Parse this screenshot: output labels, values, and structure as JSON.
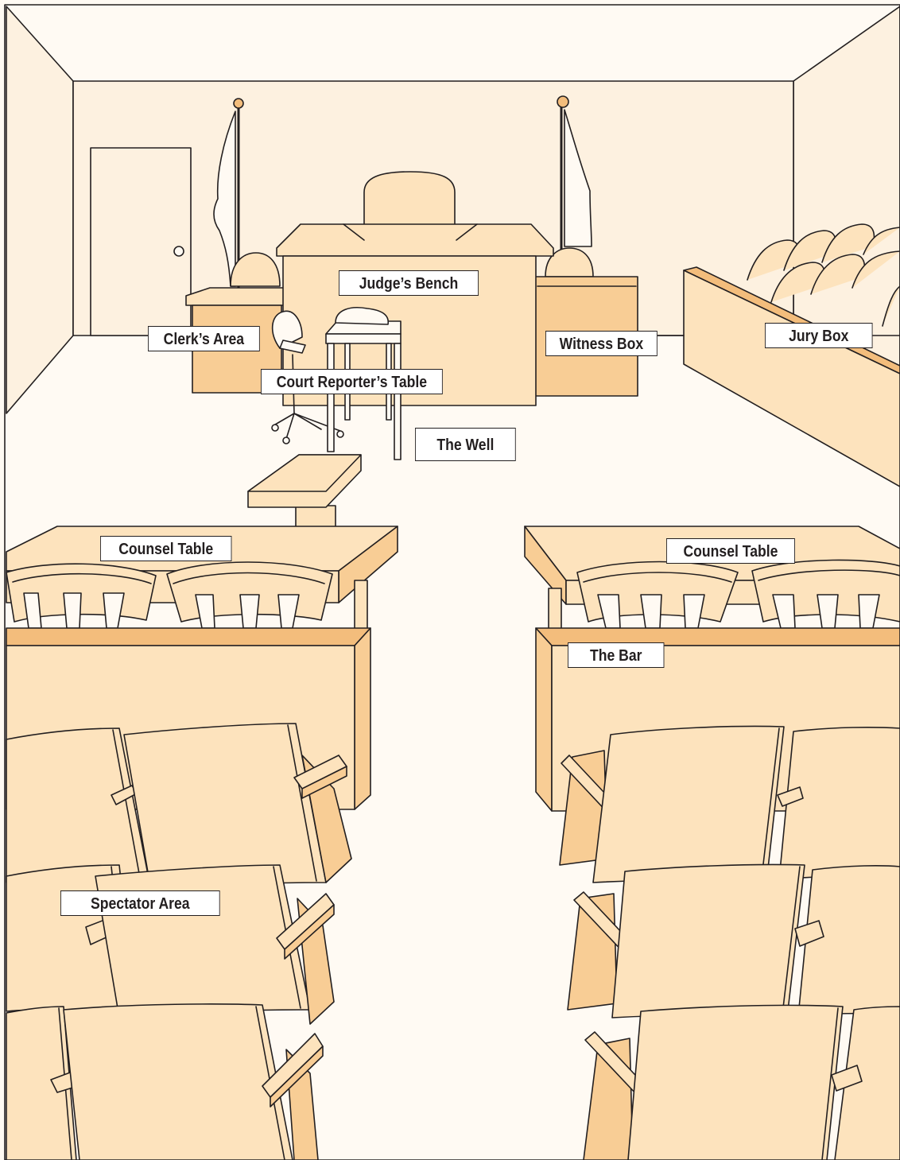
{
  "labels": {
    "judges_bench": "Judge’s Bench",
    "clerks_area": "Clerk’s Area",
    "witness_box": "Witness Box",
    "jury_box": "Jury Box",
    "court_reporters_table": "Court Reporter’s Table",
    "the_well": "The Well",
    "counsel_table_left": "Counsel Table",
    "counsel_table_right": "Counsel Table",
    "the_bar": "The Bar",
    "spectator_area": "Spectator Area"
  },
  "colors": {
    "wall": "#fdf1e0",
    "floor": "#fffaf3",
    "wood": "#fde3bd",
    "wood_side": "#f8cd95",
    "wood_dark": "#f3bd7c",
    "line": "#231f20",
    "label_bg": "#ffffff"
  }
}
